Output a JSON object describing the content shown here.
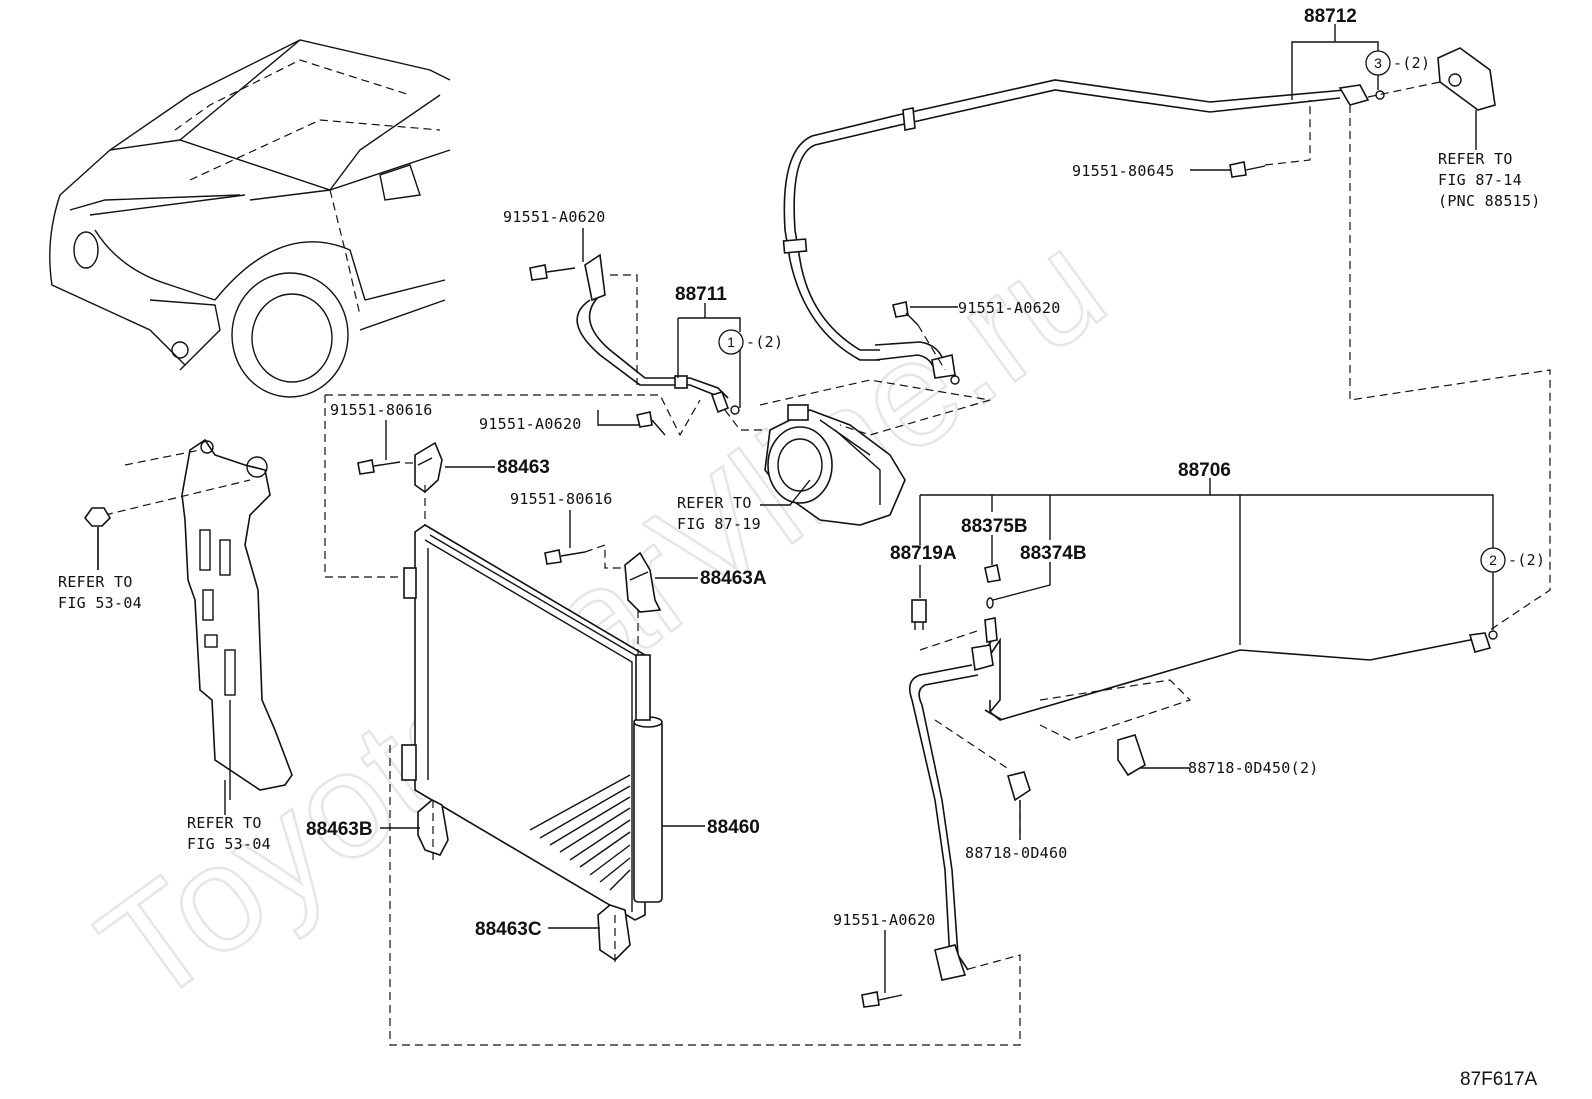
{
  "watermark": "ToyotaCarVline.ru",
  "figure_code": "87F617A",
  "labels": {
    "p88712": "88712",
    "p88711": "88711",
    "p88706": "88706",
    "p88463": "88463",
    "p88463A": "88463A",
    "p88463B": "88463B",
    "p88463C": "88463C",
    "p88460": "88460",
    "p88375B": "88375B",
    "p88374B": "88374B",
    "p88719A": "88719A",
    "bolt_80645": "91551-80645",
    "bolt_a0620_top": "91551-A0620",
    "bolt_a0620_hose": "91551-A0620",
    "bolt_a0620_mid": "91551-A0620",
    "bolt_a0620_bottom": "91551-A0620",
    "bolt_80616_left": "91551-80616",
    "bolt_80616_mid": "91551-80616",
    "clamp_0d450": "88718-0D450(2)",
    "clamp_0d460": "88718-0D460"
  },
  "refs": {
    "fig_87_14": [
      "REFER TO",
      "FIG 87-14",
      "(PNC 88515)"
    ],
    "fig_87_19": [
      "REFER TO",
      "FIG 87-19"
    ],
    "fig_53_04_top": [
      "REFER TO",
      "FIG 53-04"
    ],
    "fig_53_04_bottom": [
      "REFER TO",
      "FIG 53-04"
    ]
  },
  "callouts": {
    "c1": {
      "num": "1",
      "qty": "-(2)"
    },
    "c2": {
      "num": "2",
      "qty": "-(2)"
    },
    "c3": {
      "num": "3",
      "qty": "-(2)"
    }
  }
}
